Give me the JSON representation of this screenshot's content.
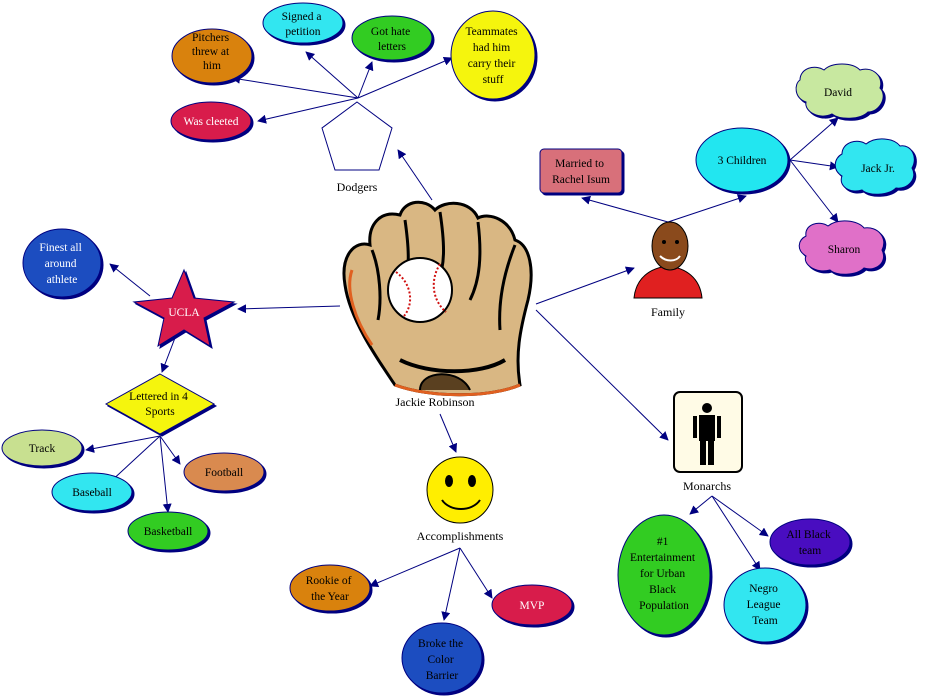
{
  "central": {
    "label": "Jackie Robinson",
    "icon": "baseball-glove-icon"
  },
  "branches": {
    "dodgers": {
      "label": "Dodgers",
      "icon": "pentagon-icon",
      "children": [
        {
          "lines": [
            "Pitchers",
            "threw at",
            "him"
          ],
          "color": "#d9820a"
        },
        {
          "lines": [
            "Signed a",
            "petition"
          ],
          "color": "#33e6f0"
        },
        {
          "lines": [
            "Got hate",
            "letters"
          ],
          "color": "#33cc22"
        },
        {
          "lines": [
            "Teammates",
            "had him",
            "carry their",
            "stuff"
          ],
          "color": "#f5f50a"
        },
        {
          "lines": [
            "Was cleeted"
          ],
          "color": "#d81c4c"
        }
      ]
    },
    "family": {
      "label": "Family",
      "icon": "person-photo-icon",
      "married": {
        "lines": [
          "Married to",
          "Rachel Isum"
        ],
        "color": "#d8707a"
      },
      "children_node": {
        "lines": [
          "3 Children"
        ],
        "color": "#22e6f0"
      },
      "kids": [
        {
          "lines": [
            "David"
          ],
          "color": "#c8e8a0"
        },
        {
          "lines": [
            "Jack Jr."
          ],
          "color": "#33e6f0"
        },
        {
          "lines": [
            "Sharon"
          ],
          "color": "#e070c8"
        }
      ]
    },
    "ucla": {
      "label": "UCLA",
      "icon": "star-icon",
      "color": "#d81c4c",
      "finest": {
        "lines": [
          "Finest all",
          "around",
          "athlete"
        ],
        "color": "#1a4ec0"
      },
      "lettered": {
        "lines": [
          "Lettered in 4",
          "Sports"
        ],
        "color": "#f5f50a",
        "sports": [
          {
            "lines": [
              "Track"
            ],
            "color": "#c8e090"
          },
          {
            "lines": [
              "Football"
            ],
            "color": "#d98a50"
          },
          {
            "lines": [
              "Baseball"
            ],
            "color": "#33e6f0"
          },
          {
            "lines": [
              "Basketball"
            ],
            "color": "#33cc22"
          }
        ]
      }
    },
    "accomplishments": {
      "label": "Accomplishments",
      "icon": "smiley-face-icon",
      "children": [
        {
          "lines": [
            "Rookie of",
            "the Year"
          ],
          "color": "#d9820a"
        },
        {
          "lines": [
            "Broke the",
            "Color",
            "Barrier"
          ],
          "color": "#1a4ec0"
        },
        {
          "lines": [
            "MVP"
          ],
          "color": "#d81c4c"
        }
      ]
    },
    "monarchs": {
      "label": "Monarchs",
      "icon": "person-sign-icon",
      "children": [
        {
          "lines": [
            "#1",
            "Entertainment",
            "for Urban",
            "Black",
            "Population"
          ],
          "color": "#33cc22"
        },
        {
          "lines": [
            "Negro",
            "League",
            "Team"
          ],
          "color": "#33e6f0"
        },
        {
          "lines": [
            "All Black",
            "team"
          ],
          "color": "#4a10c0"
        }
      ]
    }
  }
}
